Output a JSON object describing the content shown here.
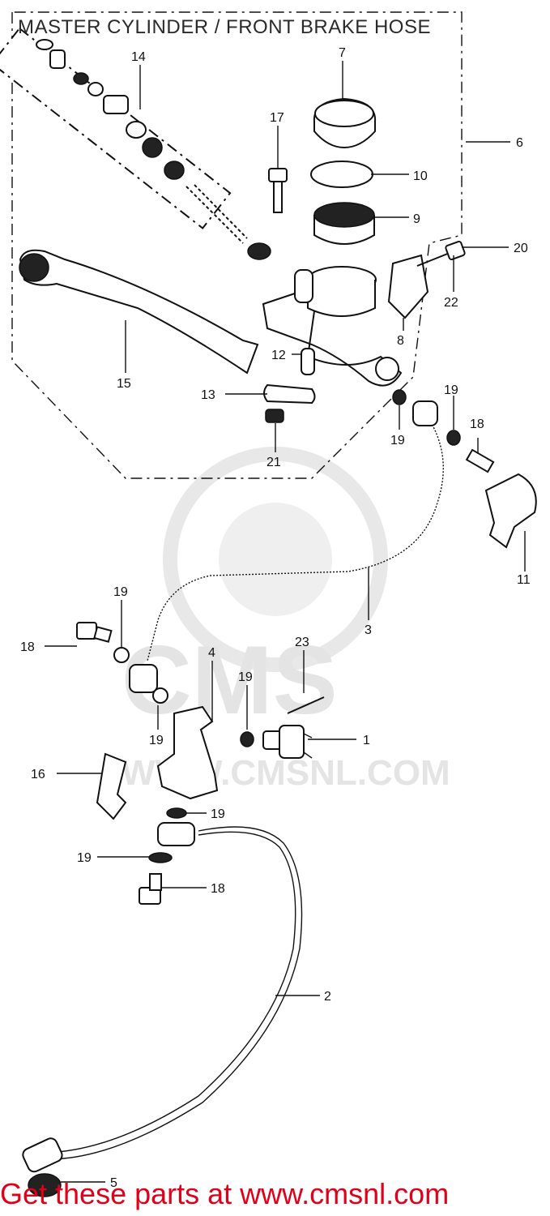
{
  "title": "MASTER CYLINDER / FRONT BRAKE HOSE",
  "footer": "Get these parts at www.cmsnl.com",
  "watermark": {
    "brand": "CMS",
    "url": "WWW.CMSNL.COM"
  },
  "colors": {
    "footer": "#e0001a",
    "ink": "#111111",
    "watermark": "#e4e4e4"
  },
  "callouts": {
    "c1": "1",
    "c2": "2",
    "c3": "3",
    "c4": "4",
    "c5": "5",
    "c6": "6",
    "c7": "7",
    "c8": "8",
    "c9": "9",
    "c10": "10",
    "c11": "11",
    "c12": "12",
    "c13": "13",
    "c14": "14",
    "c15": "15",
    "c16": "16",
    "c17": "17",
    "c18a": "18",
    "c18b": "18",
    "c18c": "18",
    "c19a": "19",
    "c19b": "19",
    "c19c": "19",
    "c19d": "19",
    "c19e": "19",
    "c19f": "19",
    "c19g": "19",
    "c20": "20",
    "c21": "21",
    "c22": "22",
    "c23": "23"
  }
}
